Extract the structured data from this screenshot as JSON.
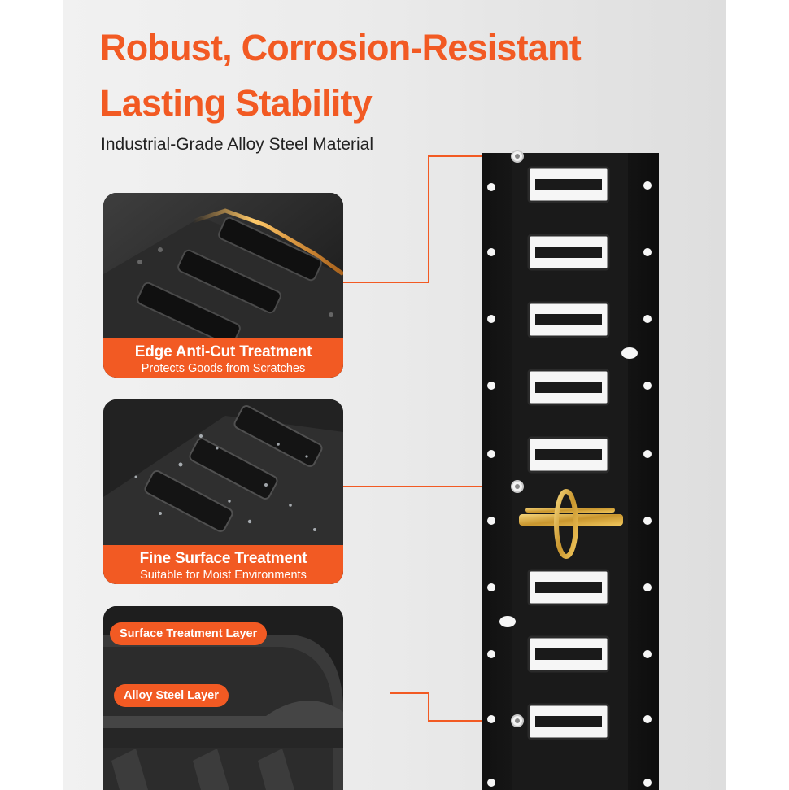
{
  "header": {
    "title_line1": "Robust, Corrosion-Resistant",
    "title_line2": "Lasting Stability",
    "subtitle": "Industrial-Grade Alloy Steel Material"
  },
  "features": [
    {
      "title": "Edge Anti-Cut Treatment",
      "subtitle": "Protects Goods from Scratches"
    },
    {
      "title": "Fine Surface Treatment",
      "subtitle": "Suitable for Moist Environments"
    }
  ],
  "layers": {
    "surface": "Surface Treatment Layer",
    "alloy": "Alloy Steel Layer"
  },
  "colors": {
    "accent": "#f25a23",
    "rail": "#1a1a1a",
    "background": "#ececec"
  },
  "icons": [
    "rail-image",
    "edge-closeup-image",
    "surface-closeup-image",
    "layers-cross-section-image",
    "ring-fitting-image"
  ]
}
